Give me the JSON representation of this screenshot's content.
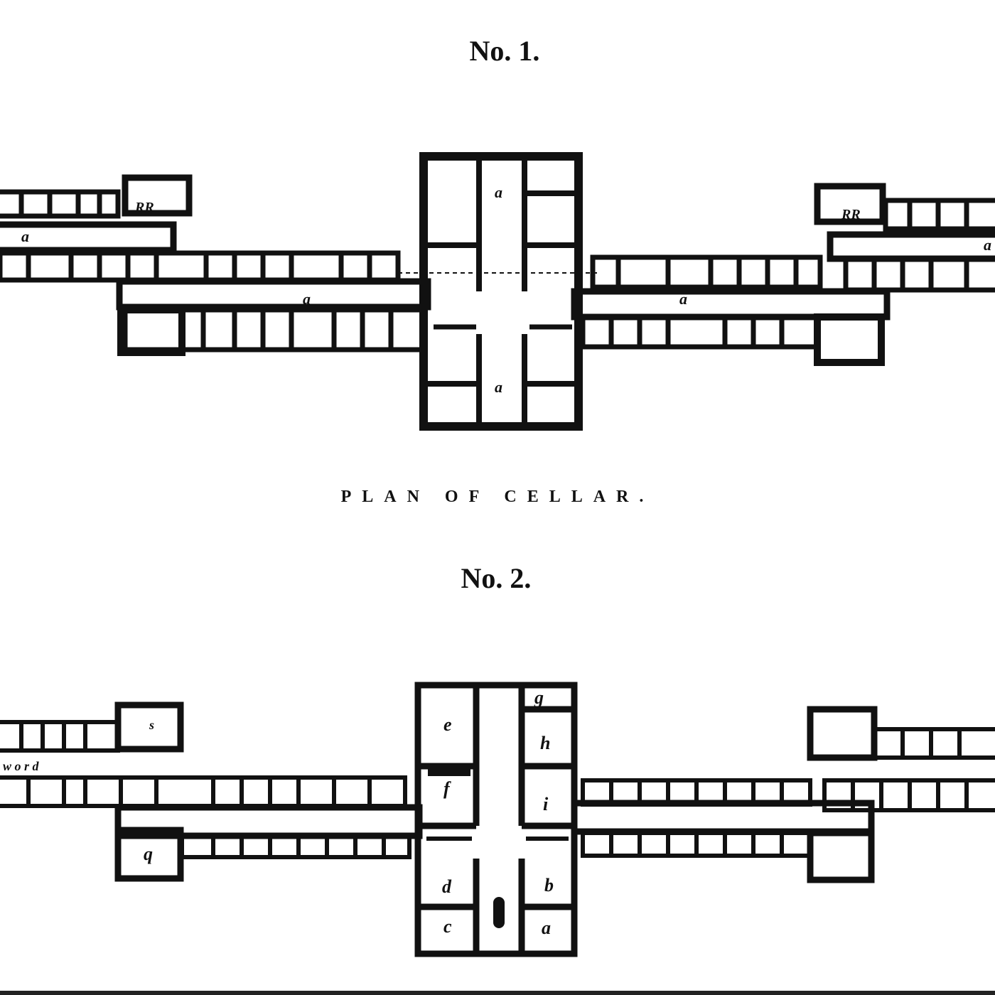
{
  "plan1": {
    "title": "No. 1.",
    "room_labels": [
      "a",
      "a",
      "a",
      "a",
      "a",
      "a",
      "RR",
      "RR"
    ]
  },
  "caption": "PLAN OF CELLAR.",
  "plan2": {
    "title": "No. 2.",
    "room_labels": [
      "e",
      "g",
      "h",
      "f",
      "i",
      "d",
      "b",
      "c",
      "a",
      "q",
      "s",
      "w o r d"
    ]
  },
  "colors": {
    "ink": "#111111",
    "paper": "#ffffff"
  }
}
